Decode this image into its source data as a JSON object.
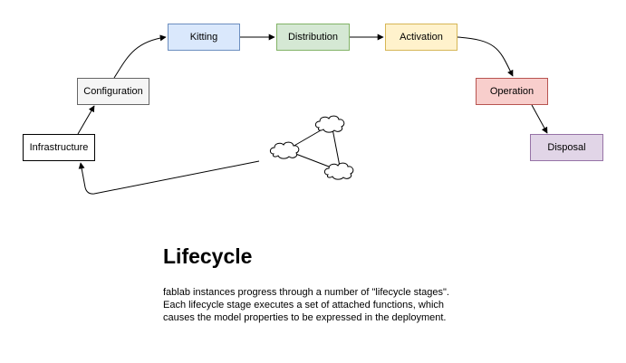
{
  "stages": [
    {
      "id": "infrastructure",
      "label": "Infrastructure",
      "fill": "#ffffff",
      "stroke": "#000000"
    },
    {
      "id": "configuration",
      "label": "Configuration",
      "fill": "#f5f5f5",
      "stroke": "#666666"
    },
    {
      "id": "kitting",
      "label": "Kitting",
      "fill": "#dae8fc",
      "stroke": "#6c8ebf"
    },
    {
      "id": "distribution",
      "label": "Distribution",
      "fill": "#d5e8d4",
      "stroke": "#82b366"
    },
    {
      "id": "activation",
      "label": "Activation",
      "fill": "#fff2cc",
      "stroke": "#d6b656"
    },
    {
      "id": "operation",
      "label": "Operation",
      "fill": "#f8cecc",
      "stroke": "#b85450"
    },
    {
      "id": "disposal",
      "label": "Disposal",
      "fill": "#e1d5e7",
      "stroke": "#9673a6"
    }
  ],
  "network_icon": "cloud-network-icon",
  "heading": "Lifecycle",
  "description": [
    "fablab instances progress through a number of \"lifecycle stages\".",
    "Each lifecycle stage executes a set of attached functions, which",
    "causes the model properties to be expressed in the deployment."
  ]
}
